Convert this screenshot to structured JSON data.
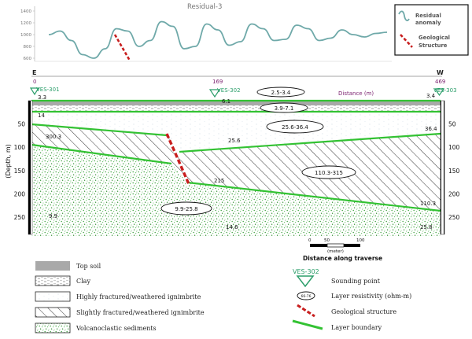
{
  "residual_panel": {
    "title": "Residual-3",
    "y_ticks": [
      "1400",
      "1200",
      "1000",
      "800",
      "600"
    ],
    "curve_values": [
      1000,
      1060,
      900,
      660,
      600,
      760,
      1100,
      1060,
      800,
      900,
      1220,
      1140,
      760,
      800,
      1180,
      1080,
      820,
      880,
      1180,
      1100,
      900,
      920,
      1160,
      1100,
      900,
      940,
      1080,
      1000,
      960,
      1020,
      1040
    ],
    "legend": {
      "residual_label_1": "Residual",
      "residual_label_2": "anomaly",
      "structure_label_1": "Geological",
      "structure_label_2": "Structure"
    }
  },
  "section": {
    "left_end": "E",
    "right_end": "W",
    "distance_label": "Distance (m)",
    "y_axis_title": "(Depth, m)",
    "depth_ticks": [
      "50",
      "100",
      "150",
      "200",
      "250"
    ],
    "stations": [
      {
        "name": "VES-301",
        "distance": "0"
      },
      {
        "name": "VES-302",
        "distance": "169"
      },
      {
        "name": "VES-303",
        "distance": "469"
      }
    ],
    "resistivity_values": [
      {
        "id": "topsoil-301",
        "text": "3.3"
      },
      {
        "id": "clay-301",
        "text": "14"
      },
      {
        "id": "ign-301",
        "text": "300.3"
      },
      {
        "id": "sed-301",
        "text": "9.9"
      },
      {
        "id": "topsoil-302",
        "text": "6.1"
      },
      {
        "id": "hf-302",
        "text": "25.6"
      },
      {
        "id": "sw-302",
        "text": "215"
      },
      {
        "id": "sed-302",
        "text": "14.6"
      },
      {
        "id": "topsoil-303",
        "text": "3.4"
      },
      {
        "id": "hf-303",
        "text": "36.4"
      },
      {
        "id": "sw-303",
        "text": "110.3"
      },
      {
        "id": "sed-303",
        "text": "25.8"
      }
    ],
    "resistivity_ranges": [
      {
        "id": "topsoil-range",
        "text": "2.5-3.4"
      },
      {
        "id": "clay-range",
        "text": "3.9-7.1"
      },
      {
        "id": "hf-range",
        "text": "25.6-36.4"
      },
      {
        "id": "sw-range",
        "text": "110.3-315"
      },
      {
        "id": "sed-range",
        "text": "9.9-25.8"
      }
    ],
    "scale_bar": {
      "ticks": [
        "0",
        "50",
        "100"
      ],
      "unit": "(meter)",
      "caption": "Distance along traverse"
    }
  },
  "legend": {
    "top_soil": "Top soil",
    "clay": "Clay",
    "highly_fractured": "Highly fractured/weathered ignimbrite",
    "slightly_fractured": "Slightly fractured/weathered ignimbrite",
    "volcanoclastic": "Volcanoclastic sediments",
    "sounding_sample": "VES-302",
    "sounding_point": "Sounding point",
    "resistivity_sample": "66-76",
    "layer_resistivity": "Layer resistivity (ohm-m)",
    "geological_structure": "Geological structure",
    "layer_boundary": "Layer boundary"
  },
  "colors": {
    "boundary": "#33c233",
    "sediment_dot": "#3fa33f",
    "structure": "#c81e1e",
    "curve": "#6fa9a9",
    "topsoil": "#a9a9a9",
    "label_purple": "#7a1f6e",
    "station_green": "#2b9e6a"
  }
}
